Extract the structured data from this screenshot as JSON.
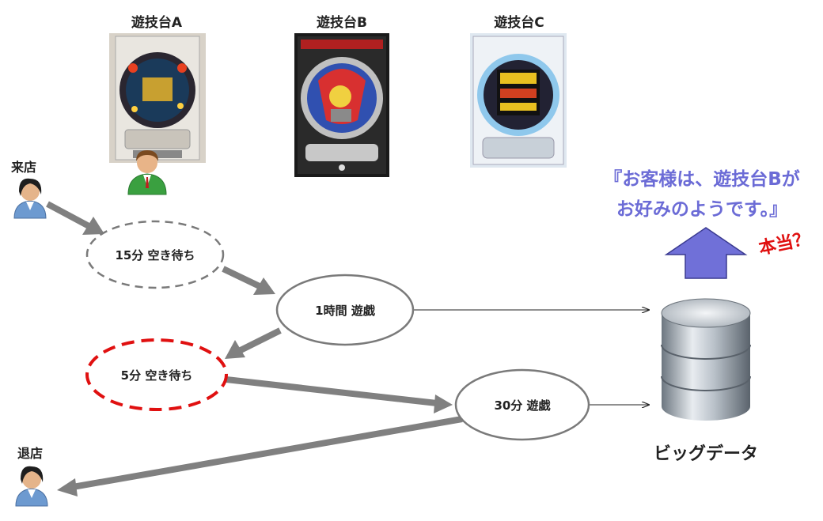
{
  "machines": [
    {
      "label": "遊技台A"
    },
    {
      "label": "遊技台B"
    },
    {
      "label": "遊技台C"
    }
  ],
  "people": {
    "arrive_label": "来店",
    "leave_label": "退店"
  },
  "nodes": {
    "wait1": "15分 空き待ち",
    "play1": "1時間 遊戯",
    "wait2": "5分 空き待ち",
    "play2": "30分 遊戯"
  },
  "bigdata": {
    "label": "ビッグデータ"
  },
  "callout": {
    "line1": "『お客様は、遊技台Bが",
    "line2": "お好みのようです。』",
    "question": "本当？"
  },
  "colors": {
    "flow_arrow": "#808080",
    "wait_highlight": "#e01010",
    "callout_text": "#6b6bd6",
    "up_arrow": "#7070d8"
  }
}
